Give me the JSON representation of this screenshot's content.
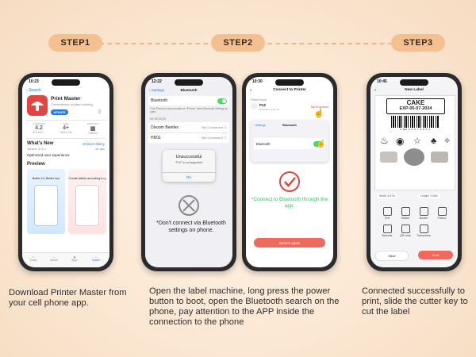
{
  "steps": [
    "STEP1",
    "STEP2",
    "STEP3"
  ],
  "captions": [
    "Download Printer Master from your cell phone app.",
    "Open the label machine, long press the power button to boot, open the Bluetooth search on the phone, pay attention to the APP inside the connection to the phone",
    "Connected successfully to print, slide the cutter key to cut the label"
  ],
  "colors": {
    "accent": "#f4c08f",
    "red": "#e0463f",
    "green": "#3cc26b",
    "blue": "#1f7be0",
    "salmon": "#ef6a5e"
  },
  "phone1": {
    "time": "10:23",
    "back": "Search",
    "app_name": "Print Master",
    "app_sub": "Convenience on label printing",
    "get_btn": "UPDATE",
    "stats": [
      {
        "label": "1 RATINGS",
        "value": "4.2",
        "sub": "★★★★☆"
      },
      {
        "label": "AGE",
        "value": "4+",
        "sub": "Years Old"
      },
      {
        "label": "CATEGORY",
        "value": "▦",
        "sub": "Utilities"
      }
    ],
    "whats_new": "What's New",
    "version_history": "Version History",
    "version": "Version 3.10.1",
    "ago": "4w ago",
    "optimized": "Optimized user experience",
    "preview": "Preview",
    "shot1": "Better UI, Better use",
    "shot2": "Create labels according to y",
    "tabs": [
      "Today",
      "Games",
      "Apps",
      "Search"
    ]
  },
  "phone2": {
    "time": "12:22",
    "back": "Settings",
    "title": "Bluetooth",
    "bt_label": "Bluetooth",
    "bt_note": "This iPhone is discoverable as \"iPhone\" while Bluetooth Settings is open.",
    "my_devices": "MY DEVICES",
    "devices": [
      {
        "name": "Divoom Beetles",
        "status": "Not Connected"
      },
      {
        "name": "HM11",
        "status": "Not Connected"
      }
    ],
    "alert_title": "Unsuccessful",
    "alert_msg": "\"P12\" is not supported",
    "alert_ok": "OK",
    "warning": "*Don't connect via Bluetooth settings on phone."
  },
  "phone3": {
    "time": "10:30",
    "title": "Connect to Printer",
    "printer_found": "Printer found",
    "device": "P12",
    "device_mac": "6D:E4:87:C1:9C:2D",
    "tap_connect": "Tap to connect",
    "popup_back": "Settings",
    "popup_title": "Bluetooth",
    "popup_bt": "Bluetooth",
    "message": "*Connect to Bluetooth through the app.",
    "search_again": "Search again"
  },
  "phone4": {
    "time": "10:45",
    "title": "New Label",
    "label_title": "CAKE",
    "label_date": "EXP-05-07-2024",
    "barcode_num": "6 921 0 1 6 7 8 9 5 4",
    "width": "Width: 6.47in",
    "length": "Length: 2.00in",
    "tools_row1": [
      "Text",
      "Sticker",
      "Border",
      "Picture"
    ],
    "tools_row2": [
      "Barcode",
      "QR code",
      "Transverse"
    ],
    "save": "Save",
    "print": "Print"
  }
}
